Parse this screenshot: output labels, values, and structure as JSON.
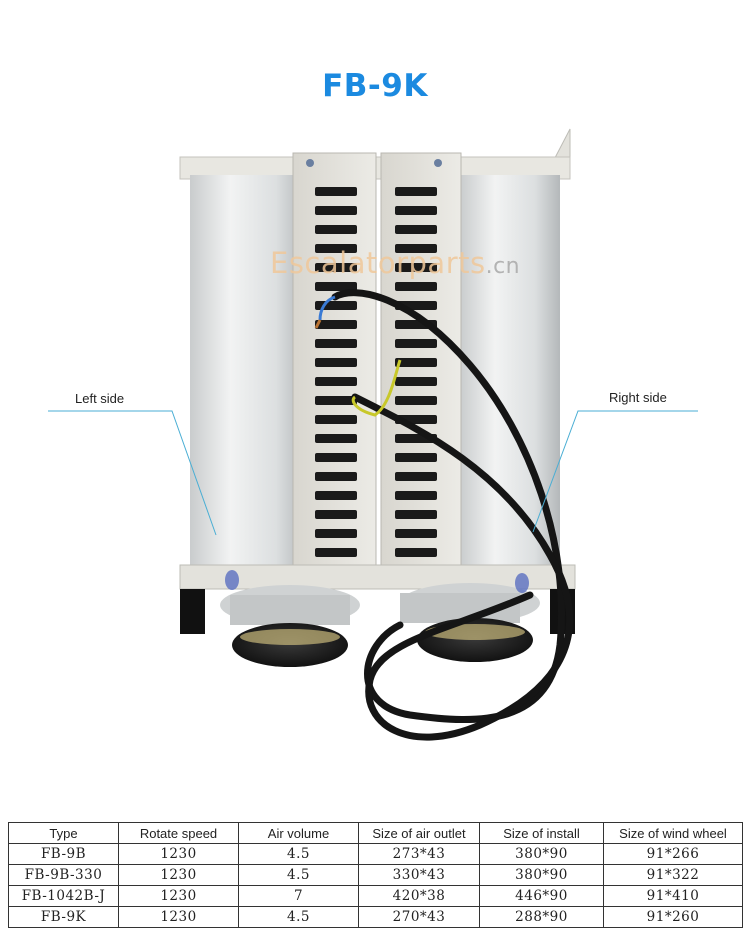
{
  "title": "FB-9K",
  "watermark": {
    "main": "Escalatorparts",
    "suffix": ".cn"
  },
  "callouts": {
    "left": "Left side",
    "right": "Right side"
  },
  "colors": {
    "title": "#1b8ae0",
    "callout_line": "#4aaed4",
    "watermark": "#f0c89a"
  },
  "table": {
    "headers": [
      "Type",
      "Rotate speed",
      "Air volume",
      "Size of air outlet",
      "Size of install",
      "Size of wind wheel"
    ],
    "rows": [
      [
        "FB-9B",
        "1230",
        "4.5",
        "273*43",
        "380*90",
        "91*266"
      ],
      [
        "FB-9B-330",
        "1230",
        "4.5",
        "330*43",
        "380*90",
        "91*322"
      ],
      [
        "FB-1042B-J",
        "1230",
        "7",
        "420*38",
        "446*90",
        "91*410"
      ],
      [
        "FB-9K",
        "1230",
        "4.5",
        "270*43",
        "288*90",
        "91*260"
      ]
    ]
  }
}
